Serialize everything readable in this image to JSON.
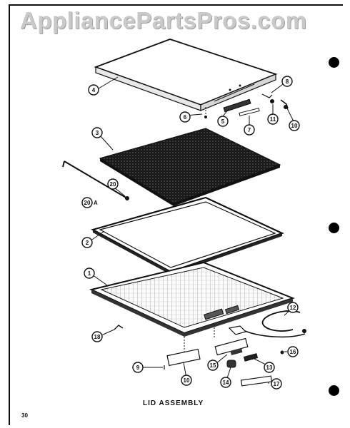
{
  "watermark": "AppliancePartsPros.com",
  "caption": "LID ASSEMBLY",
  "page_number": "30",
  "callouts": {
    "c1": "1",
    "c2": "2",
    "c3": "3",
    "c4": "4",
    "c5": "5",
    "c6": "6",
    "c7": "7",
    "c8": "8",
    "c9": "9",
    "c10": "10",
    "c10b": "10",
    "c11": "11",
    "c12": "12",
    "c13": "13",
    "c14": "14",
    "c15": "15",
    "c16": "16",
    "c17": "17",
    "c18": "18",
    "c20": "20",
    "c20a": "20"
  },
  "suffix_a": "A"
}
